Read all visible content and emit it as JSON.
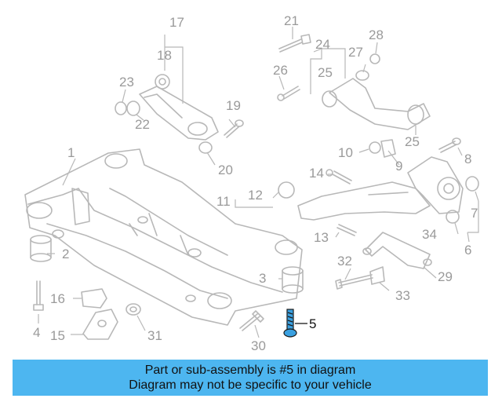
{
  "callouts": [
    "1",
    "2",
    "3",
    "4",
    "5",
    "6",
    "7",
    "8",
    "9",
    "10",
    "11",
    "12",
    "13",
    "14",
    "15",
    "16",
    "17",
    "18",
    "19",
    "20",
    "21",
    "22",
    "23",
    "24",
    "25",
    "25",
    "26",
    "27",
    "28",
    "29",
    "30",
    "31",
    "32",
    "33",
    "34"
  ],
  "highlight": {
    "label": "5",
    "color": "#111111",
    "part_color": "#3aa0e0"
  },
  "banner": {
    "line1": "Part or sub-assembly is #5 in diagram",
    "line2": "Diagram may not be specific to your vehicle",
    "color": "#4db6f0"
  },
  "colors": {
    "lines": "#b8b8b8",
    "labels": "#9a9a9a"
  }
}
